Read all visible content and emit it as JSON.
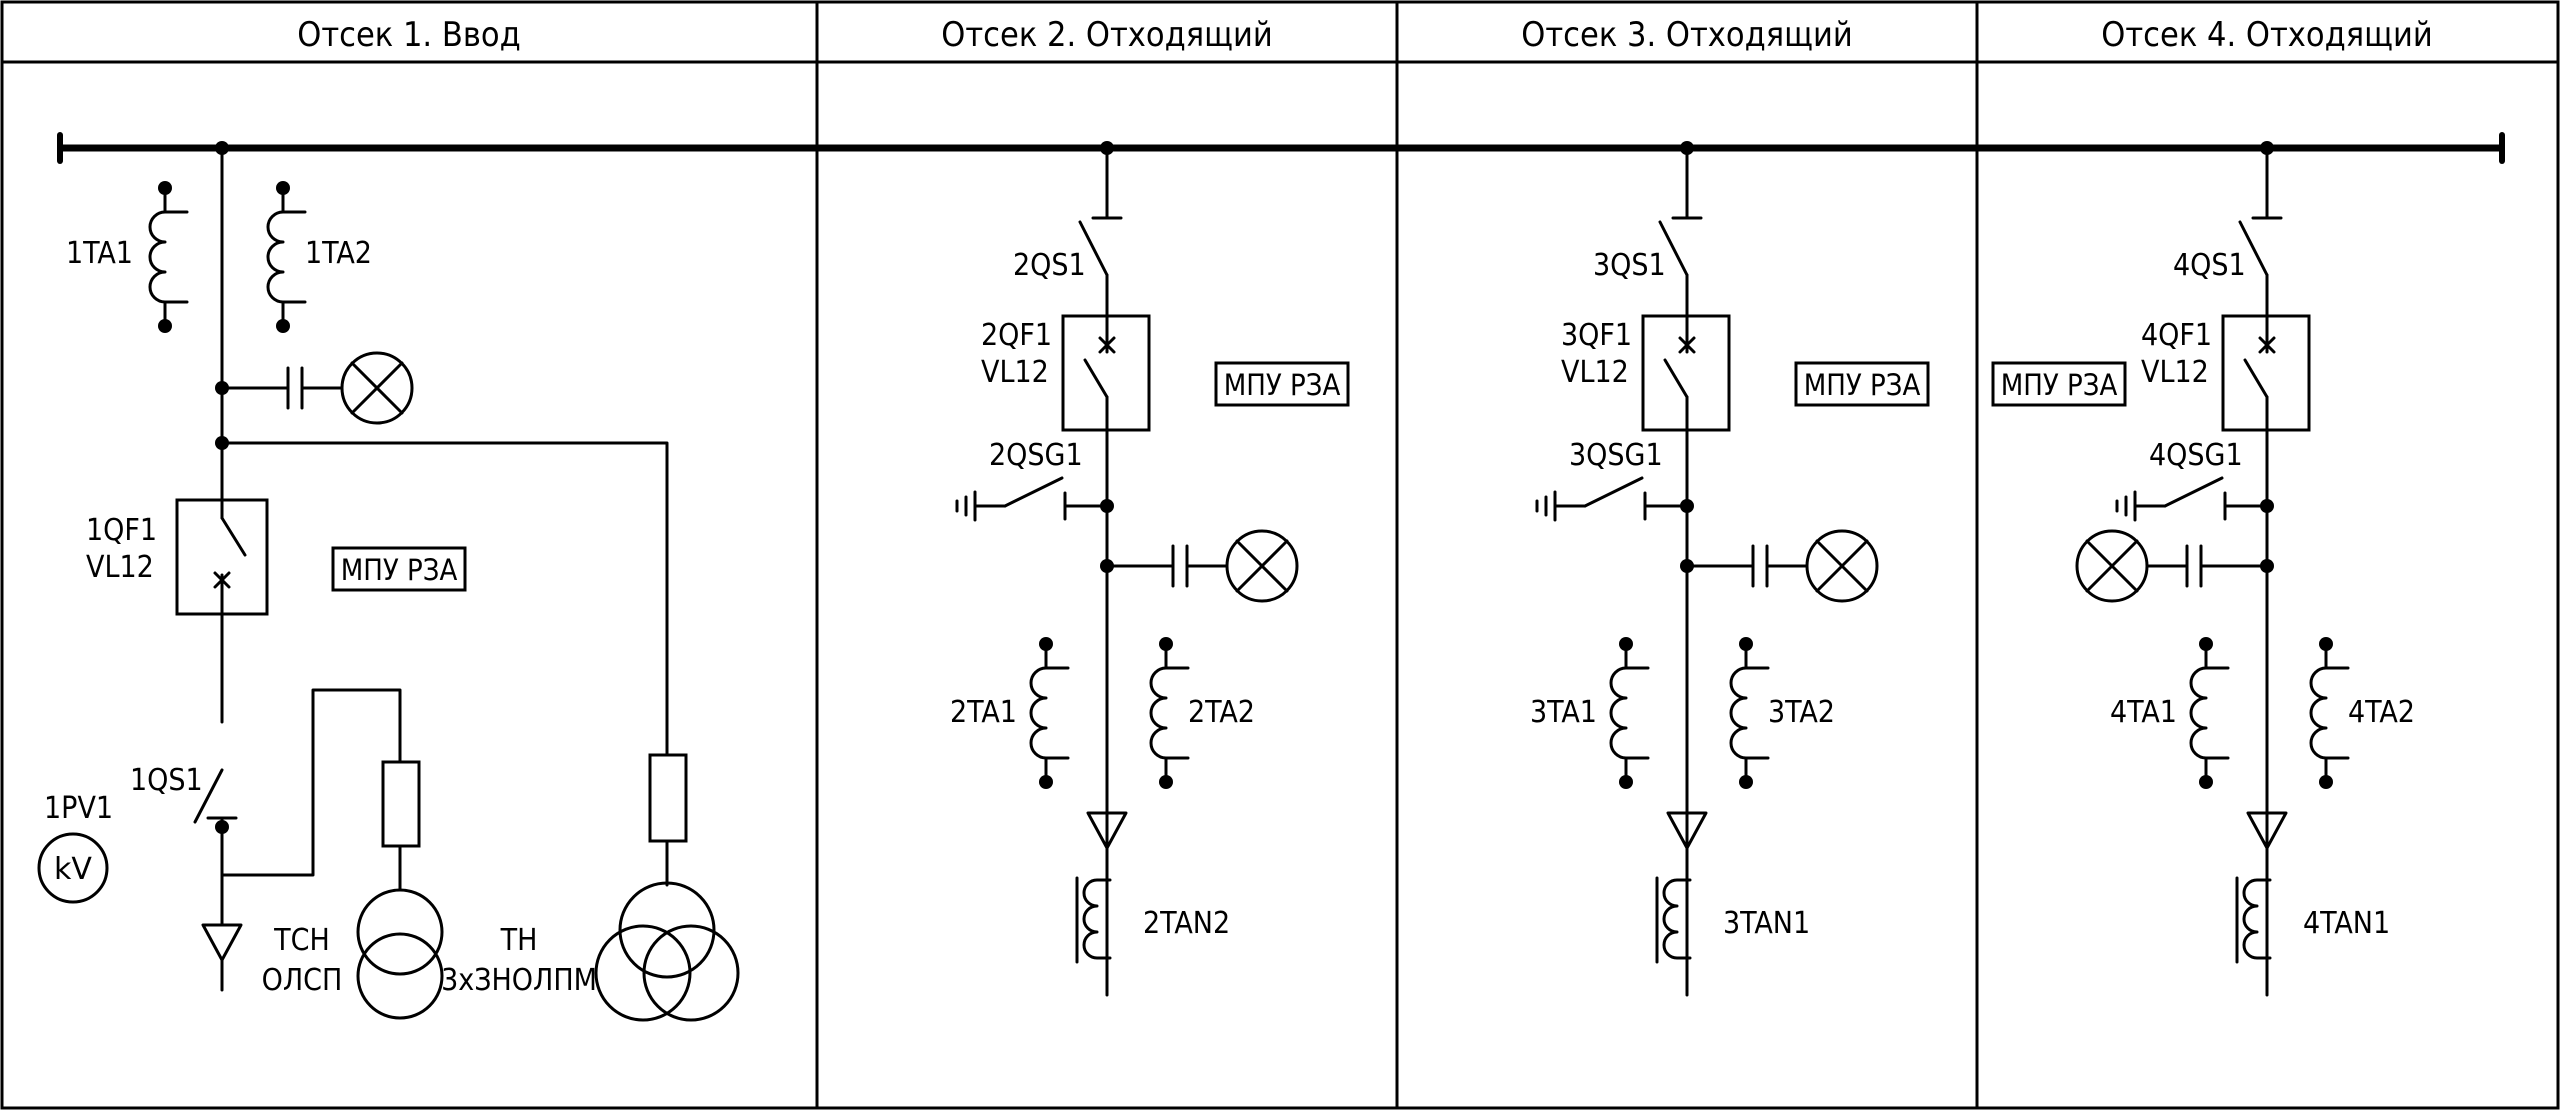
{
  "compartments": [
    {
      "header": "Отсек 1. Ввод"
    },
    {
      "header": "Отсек 2. Отходящий"
    },
    {
      "header": "Отсек 3. Отходящий"
    },
    {
      "header": "Отсек 4. Отходящий"
    }
  ],
  "c1": {
    "ta1": "1TA1",
    "ta2": "1TA2",
    "qf_name": "1QF1",
    "qf_type": "VL12",
    "rza": "МПУ РЗА",
    "qs": "1QS1",
    "pv": "1PV1",
    "pv_unit": "kV",
    "tsn1": "ТСН",
    "tsn2": "ОЛСП",
    "tn1": "ТН",
    "tn2": "3хЗНОЛПМ"
  },
  "c2": {
    "qs": "2QS1",
    "qf_name": "2QF1",
    "qf_type": "VL12",
    "qsg": "2QSG1",
    "rza": "МПУ РЗА",
    "ta1": "2TA1",
    "ta2": "2TA2",
    "tan": "2TAN2"
  },
  "c3": {
    "qs": "3QS1",
    "qf_name": "3QF1",
    "qf_type": "VL12",
    "qsg": "3QSG1",
    "rza": "МПУ РЗА",
    "ta1": "3TA1",
    "ta2": "3TA2",
    "tan": "3TAN1"
  },
  "c4": {
    "qs": "4QS1",
    "qf_name": "4QF1",
    "qf_type": "VL12",
    "qsg": "4QSG1",
    "rza": "МПУ РЗА",
    "ta1": "4TA1",
    "ta2": "4TA2",
    "tan": "4TAN1"
  }
}
